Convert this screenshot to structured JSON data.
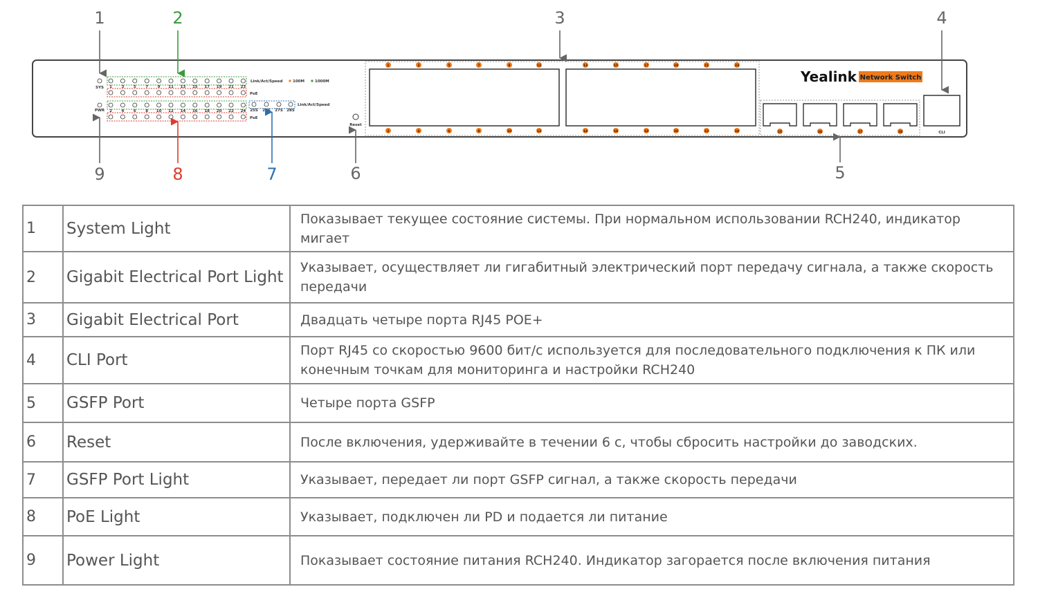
{
  "diagram": {
    "callouts": [
      {
        "id": "1",
        "color": "#666666"
      },
      {
        "id": "2",
        "color": "#3a9a3a"
      },
      {
        "id": "3",
        "color": "#666666"
      },
      {
        "id": "4",
        "color": "#666666"
      },
      {
        "id": "5",
        "color": "#666666"
      },
      {
        "id": "6",
        "color": "#666666"
      },
      {
        "id": "7",
        "color": "#2a6fb0"
      },
      {
        "id": "8",
        "color": "#e03a2a"
      },
      {
        "id": "9",
        "color": "#666666"
      }
    ],
    "panel": {
      "sys_label": "SYS",
      "pwr_label": "PWR",
      "link_label": "Link/Act/Speed",
      "poe_label": "PoE",
      "speed_100": "100M",
      "speed_1000": "1000M",
      "top_led_numbers": [
        "1",
        "3",
        "5",
        "7",
        "9",
        "11",
        "13",
        "15",
        "17",
        "19",
        "21",
        "23"
      ],
      "bottom_led_numbers": [
        "2",
        "4",
        "6",
        "8",
        "10",
        "12",
        "14",
        "16",
        "18",
        "20",
        "22",
        "24"
      ],
      "gsfp_led_numbers": [
        "25S",
        "26S",
        "27S",
        "28S"
      ],
      "reset_label": "Reset",
      "brand": "Yealink",
      "brand_badge": "Network Switch",
      "cli_label": "CLI",
      "top_port_numbers": [
        "1",
        "3",
        "5",
        "7",
        "9",
        "11",
        "13",
        "15",
        "17",
        "19",
        "21",
        "23"
      ],
      "bottom_port_numbers": [
        "2",
        "4",
        "6",
        "8",
        "10",
        "12",
        "14",
        "16",
        "18",
        "20",
        "22",
        "24"
      ],
      "sfp_numbers": [
        "25",
        "26",
        "27",
        "28"
      ],
      "accent_orange": "#f07a1a",
      "led_green": "#3a9a3a",
      "led_red": "#e03a2a",
      "led_blue": "#2a6fb0"
    }
  },
  "legend": {
    "rows": [
      {
        "num": "1",
        "name": "System Light",
        "desc": "Показывает текущее состояние системы. При нормальном использовании RCH240, индикатор мигает"
      },
      {
        "num": "2",
        "name": "Gigabit Electrical Port Light",
        "desc": "Указывает, осуществляет ли гигабитный электрический порт передачу сигнала, а также скорость передачи"
      },
      {
        "num": "3",
        "name": "Gigabit Electrical Port",
        "desc": "Двадцать четыре порта RJ45 POE+"
      },
      {
        "num": "4",
        "name": "CLI  Port",
        "desc": "Порт RJ45 со скоростью 9600 бит/с используется для последовательного подключения к ПК или конечным точкам для мониторинга и настройки RCH240"
      },
      {
        "num": "5",
        "name": "GSFP Port",
        "desc": "Четыре порта GSFP"
      },
      {
        "num": "6",
        "name": "Reset",
        "desc": "После включения, удерживайте в течении 6 с, чтобы сбросить настройки до заводских."
      },
      {
        "num": "7",
        "name": "GSFP Port Light",
        "desc": "Указывает, передает ли порт GSFP сигнал, а также скорость передачи"
      },
      {
        "num": "8",
        "name": "PoE Light",
        "desc": "Указывает, подключен ли PD и подается ли питание"
      },
      {
        "num": "9",
        "name": "Power Light",
        "desc": "Показывает состояние питания RCH240. Индикатор загорается после включения питания"
      }
    ]
  }
}
